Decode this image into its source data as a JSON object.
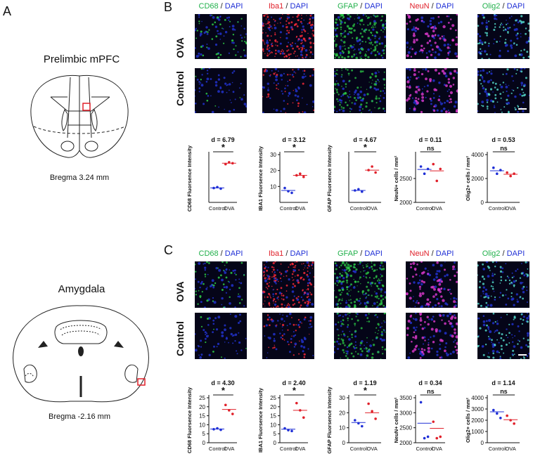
{
  "panel_a_label": "A",
  "panel_b_label": "B",
  "panel_c_label": "C",
  "prelimbic": {
    "title": "Prelimbic mPFC",
    "bregma": "Bregma 3.24 mm"
  },
  "amygdala": {
    "title": "Amygdala",
    "bregma": "Bregma -2.16 mm"
  },
  "row_labels": {
    "ova": "OVA",
    "control": "Control"
  },
  "stains": [
    {
      "marker": "CD68",
      "dapi": "DAPI",
      "marker_color": "#22b14c"
    },
    {
      "marker": "Iba1",
      "dapi": "DAPI",
      "marker_color": "#e0202a"
    },
    {
      "marker": "GFAP",
      "dapi": "DAPI",
      "marker_color": "#22b14c"
    },
    {
      "marker": "NeuN",
      "dapi": "DAPI",
      "marker_color": "#e0202a"
    },
    {
      "marker": "Olig2",
      "dapi": "DAPI",
      "marker_color": "#22b14c"
    }
  ],
  "separator": " / ",
  "colors": {
    "dapi": "#1f2fd6",
    "control": "#1f2fd6",
    "ova": "#e0202a",
    "roi": "#e0202a"
  },
  "chart_data": [
    {
      "panel": "B",
      "type": "scatter",
      "ylabel": "CD68 Fluorsence Intensity",
      "effect": "d = 6.79",
      "sig": "*",
      "categories": [
        "Control",
        "OVA"
      ],
      "ylim": [
        0,
        25
      ],
      "yticks": [],
      "control": [
        7.5,
        8.0,
        7.2
      ],
      "ova": [
        20,
        21,
        20.5
      ],
      "control_mean": 7.6,
      "ova_mean": 20.5
    },
    {
      "panel": "B",
      "type": "scatter",
      "ylabel": "IBA1 Fluorsence Intensity",
      "effect": "d = 3.12",
      "sig": "*",
      "categories": [
        "Control",
        "OVA"
      ],
      "ylim": [
        0,
        30
      ],
      "yticks": [
        10,
        20,
        30
      ],
      "control": [
        9,
        7,
        6
      ],
      "ova": [
        17,
        18,
        16
      ],
      "control_mean": 7.5,
      "ova_mean": 17
    },
    {
      "panel": "B",
      "type": "scatter",
      "ylabel": "GFAP Fluorsence Intensity",
      "effect": "d = 4.67",
      "sig": "*",
      "categories": [
        "Control",
        "OVA"
      ],
      "ylim": [
        0,
        40
      ],
      "yticks": [],
      "control": [
        10,
        11,
        9
      ],
      "ova": [
        27,
        30,
        25
      ],
      "control_mean": 10,
      "ova_mean": 27
    },
    {
      "panel": "B",
      "type": "scatter",
      "ylabel": "NeuN+ cells / mm²",
      "effect": "d = 0.11",
      "sig": "ns",
      "categories": [
        "Control",
        "OVA"
      ],
      "ylim": [
        2000,
        3000
      ],
      "yticks": [
        2000,
        2500
      ],
      "control": [
        2750,
        2600,
        2700
      ],
      "ova": [
        2800,
        2450,
        2700
      ],
      "control_mean": 2690,
      "ova_mean": 2660
    },
    {
      "panel": "B",
      "type": "scatter",
      "ylabel": "Olig2+ cells / mm²",
      "effect": "d = 0.53",
      "sig": "ns",
      "categories": [
        "Control",
        "OVA"
      ],
      "ylim": [
        0,
        4000
      ],
      "yticks": [
        0,
        2000,
        4000
      ],
      "control": [
        2900,
        2400,
        2700
      ],
      "ova": [
        2500,
        2200,
        2400
      ],
      "control_mean": 2650,
      "ova_mean": 2350
    },
    {
      "panel": "C",
      "type": "scatter",
      "ylabel": "CD68 Fluorsence Intensity",
      "effect": "d = 4.30",
      "sig": "*",
      "categories": [
        "Control",
        "OVA"
      ],
      "ylim": [
        0,
        25
      ],
      "yticks": [
        0,
        5,
        10,
        15,
        20,
        25
      ],
      "control": [
        7.5,
        8,
        7.2
      ],
      "ova": [
        21,
        18,
        16
      ],
      "control_mean": 7.6,
      "ova_mean": 18.5
    },
    {
      "panel": "C",
      "type": "scatter",
      "ylabel": "IBA1 Fluorsence Intensity",
      "effect": "d = 2.40",
      "sig": "*",
      "categories": [
        "Control",
        "OVA"
      ],
      "ylim": [
        0,
        25
      ],
      "yticks": [
        0,
        5,
        10,
        15,
        20,
        25
      ],
      "control": [
        8,
        7,
        6.5
      ],
      "ova": [
        22,
        18,
        14
      ],
      "control_mean": 7.5,
      "ova_mean": 18
    },
    {
      "panel": "C",
      "type": "scatter",
      "ylabel": "GFAP Fluorsence Intensity",
      "effect": "d = 1.19",
      "sig": "*",
      "categories": [
        "Control",
        "OVA"
      ],
      "ylim": [
        0,
        30
      ],
      "yticks": [
        0,
        10,
        20,
        30
      ],
      "control": [
        15,
        13,
        11
      ],
      "ova": [
        26,
        21,
        16
      ],
      "control_mean": 13.5,
      "ova_mean": 20
    },
    {
      "panel": "C",
      "type": "scatter",
      "ylabel": "NeuN+ cells / mm²",
      "effect": "d = 0.34",
      "sig": "ns",
      "categories": [
        "Control",
        "OVA"
      ],
      "ylim": [
        2000,
        3500
      ],
      "yticks": [
        2000,
        2500,
        3000,
        3500
      ],
      "control": [
        3350,
        2150,
        2200
      ],
      "ova": [
        2700,
        2150,
        2200
      ],
      "control_mean": 2650,
      "ova_mean": 2480
    },
    {
      "panel": "C",
      "type": "scatter",
      "ylabel": "Olig2+ cells / mm²",
      "effect": "d = 1.14",
      "sig": "ns",
      "categories": [
        "Control",
        "OVA"
      ],
      "ylim": [
        0,
        4000
      ],
      "yticks": [
        0,
        1000,
        2000,
        3000,
        4000
      ],
      "control": [
        2900,
        2600,
        2200
      ],
      "ova": [
        2400,
        2000,
        1700
      ],
      "control_mean": 2750,
      "ova_mean": 2050
    }
  ]
}
